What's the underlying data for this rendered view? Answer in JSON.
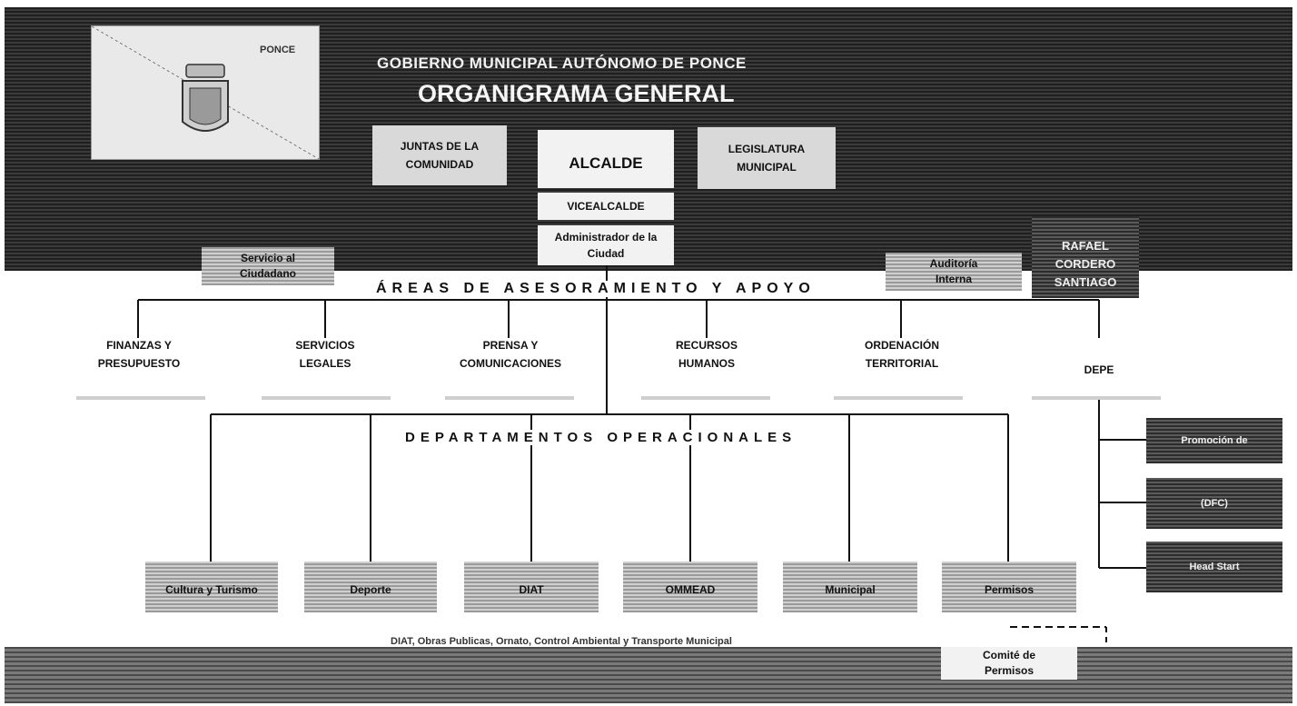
{
  "header": {
    "title": "GOBIERNO MUNICIPAL AUTÓNOMO DE PONCE",
    "subtitle": "ORGANIGRAMA GENERAL",
    "flag_label": "PONCE"
  },
  "top_boxes": {
    "juntas": "JUNTAS DE LA COMUNIDAD",
    "alcalde": "ALCALDE",
    "legislatura": "LEGISLATURA MUNICIPAL",
    "vicealcalde": "VICEALCALDE",
    "administrador": "Administrador de la Ciudad",
    "servicio": "Servicio al Ciudadano",
    "auditoria": "Auditoría Interna",
    "mayor_name": "RAFAEL CORDERO SANTIAGO"
  },
  "advisory": {
    "heading": "ÁREAS DE ASESORAMIENTO Y APOYO",
    "areas": [
      "FINANZAS Y PRESUPUESTO",
      "SERVICIOS LEGALES",
      "PRENSA Y COMUNICACIONES",
      "RECURSOS HUMANOS",
      "ORDENACIÓN TERRITORIAL",
      "DEPE"
    ]
  },
  "depe_children": [
    "Promoción de",
    "(DFC)",
    "Head Start"
  ],
  "operational": {
    "heading": "DEPARTAMENTOS OPERACIONALES",
    "departments": [
      "Cultura y Turismo",
      "Deporte",
      "DIAT",
      "OMMEAD",
      "Municipal",
      "Permisos"
    ]
  },
  "footer": {
    "note": "DIAT, Obras Publicas, Ornato, Control Ambiental y Transporte Municipal",
    "comite": "Comité de Permisos"
  }
}
